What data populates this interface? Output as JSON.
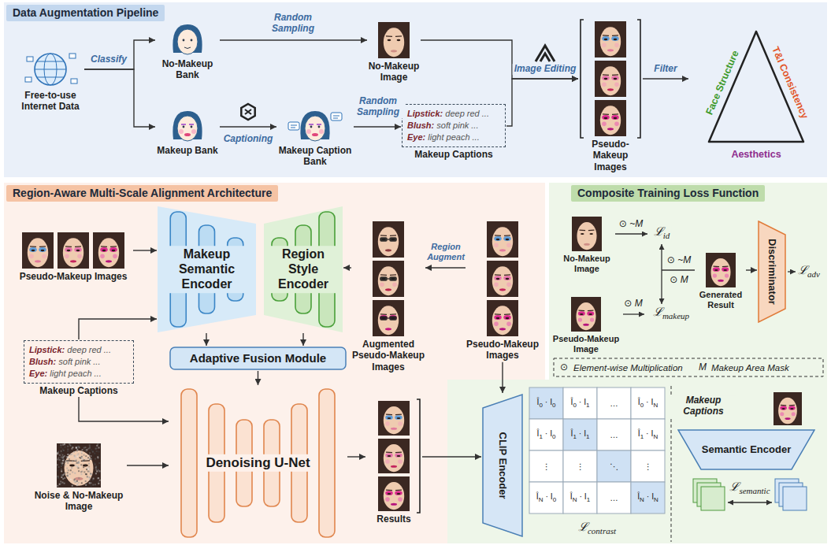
{
  "diagram": {
    "nodes": [
      {
        "text": [
          "Data Augmentation Pipeline"
        ]
      },
      {
        "text": [
          "Free-to-use Internet Data"
        ],
        "in": 0
      },
      {
        "text": [
          "No-Makeup Bank"
        ],
        "in": 0
      },
      {
        "text": [
          "Makeup Bank"
        ],
        "in": 0
      },
      {
        "text": [
          "Makeup Caption Bank"
        ],
        "in": 0
      },
      {
        "text": [
          "No-Makeup Image"
        ],
        "in": 0
      },
      {
        "text": [
          "Lipstick: deep red ...",
          "Blush: soft pink ...",
          "Eye: light peach ...",
          "Makeup Captions"
        ],
        "in": 0
      },
      {
        "text": [
          "Pseudo-Makeup Images"
        ],
        "in": 0
      },
      {
        "text": [
          "Face Structure",
          "T&I Consistency",
          "Aesthetics"
        ],
        "in": 0
      },
      {
        "text": [
          "Region-Aware Multi-Scale Alignment Architecture"
        ]
      },
      {
        "text": [
          "Pseudo-Makeup Images"
        ],
        "in": 9
      },
      {
        "text": [
          "Makeup Semantic Encoder"
        ],
        "in": 9
      },
      {
        "text": [
          "Region Style Encoder"
        ],
        "in": 9
      },
      {
        "text": [
          "Augmented Pseudo-Makeup Images"
        ],
        "in": 9
      },
      {
        "text": [
          "Pseudo-Makeup Images"
        ],
        "in": 9
      },
      {
        "text": [
          "Adaptive Fusion Module"
        ],
        "in": 9
      },
      {
        "text": [
          "Lipstick: deep red ...",
          "Blush: soft pink ...",
          "Eye: light peach ...",
          "Makeup Captions"
        ],
        "in": 9
      },
      {
        "text": [
          "Noise & No-Makeup Image"
        ],
        "in": 9
      },
      {
        "text": [
          "Denoising U-Net"
        ],
        "in": 9
      },
      {
        "text": [
          "Results"
        ],
        "in": 9
      },
      {
        "text": [
          "Composite Training Loss Function"
        ]
      },
      {
        "text": [
          "No-Makeup Image"
        ],
        "in": 20
      },
      {
        "text": [
          "Pseudo-Makeup Image"
        ],
        "in": 20
      },
      {
        "text": [
          "Generated Result"
        ],
        "in": 20
      },
      {
        "text": [
          "Discriminator"
        ],
        "in": 20
      },
      {
        "text": [
          "CLIP Encoder"
        ],
        "in": 20
      },
      {
        "text": [
          "Semantic Encoder"
        ],
        "in": 20
      }
    ],
    "edges": [
      {
        "from": 1,
        "to": 2,
        "label": "Classify",
        "arrow": "to"
      },
      {
        "from": 1,
        "to": 3,
        "arrow": "to"
      },
      {
        "from": 2,
        "to": 5,
        "label": "Random Sampling",
        "arrow": "to"
      },
      {
        "from": 3,
        "to": 4,
        "label": "Captioning",
        "arrow": "to"
      },
      {
        "from": 4,
        "to": 6,
        "label": "Random Sampling",
        "arrow": "to"
      },
      {
        "from": 5,
        "to": 7,
        "label": "Image Editing",
        "arrow": "to"
      },
      {
        "from": 6,
        "to": 7,
        "arrow": "to"
      },
      {
        "from": 7,
        "to": 8,
        "label": "Filter",
        "arrow": "to"
      },
      {
        "from": 10,
        "to": 11,
        "arrow": "to"
      },
      {
        "from": 16,
        "to": 11,
        "arrow": "to"
      },
      {
        "from": 14,
        "to": 13,
        "label": "Region Augment",
        "arrow": "to"
      },
      {
        "from": 13,
        "to": 12,
        "arrow": "to"
      },
      {
        "from": 11,
        "to": 15,
        "arrow": "to"
      },
      {
        "from": 12,
        "to": 15,
        "arrow": "to"
      },
      {
        "from": 15,
        "to": 18,
        "arrow": "to"
      },
      {
        "from": 16,
        "to": 18,
        "arrow": "to"
      },
      {
        "from": 17,
        "to": 18,
        "arrow": "to"
      },
      {
        "from": 18,
        "to": 19,
        "arrow": "to"
      },
      {
        "from": 19,
        "to": 25,
        "arrow": "to"
      },
      {
        "from": 14,
        "to": 25,
        "arrow": "to"
      },
      {
        "from": 23,
        "to": 24,
        "arrow": "to"
      }
    ],
    "labels": [
      "⊙ ~M",
      "ℒid",
      "⊙ ~M",
      "⊙ M",
      "⊙ M",
      "ℒmakeup",
      "ℒadv",
      "⊙",
      "M",
      "Î0 · I0",
      "Î0 · I1",
      "…",
      "Î0 · IN",
      "Î1 · I0",
      "Î1 · I1",
      "…",
      "Î1 · IN",
      "⋮",
      "⋮",
      "⋱",
      "⋮",
      "ÎN · I0",
      "ÎN · I1",
      "…",
      "ÎN · IN",
      "ℒcontrast",
      "Makeup Captions",
      "ℒsemantic"
    ],
    "legend": [
      {
        "text": "Element-wise Multiplication"
      },
      {
        "text": "Makeup Area Mask"
      }
    ]
  }
}
